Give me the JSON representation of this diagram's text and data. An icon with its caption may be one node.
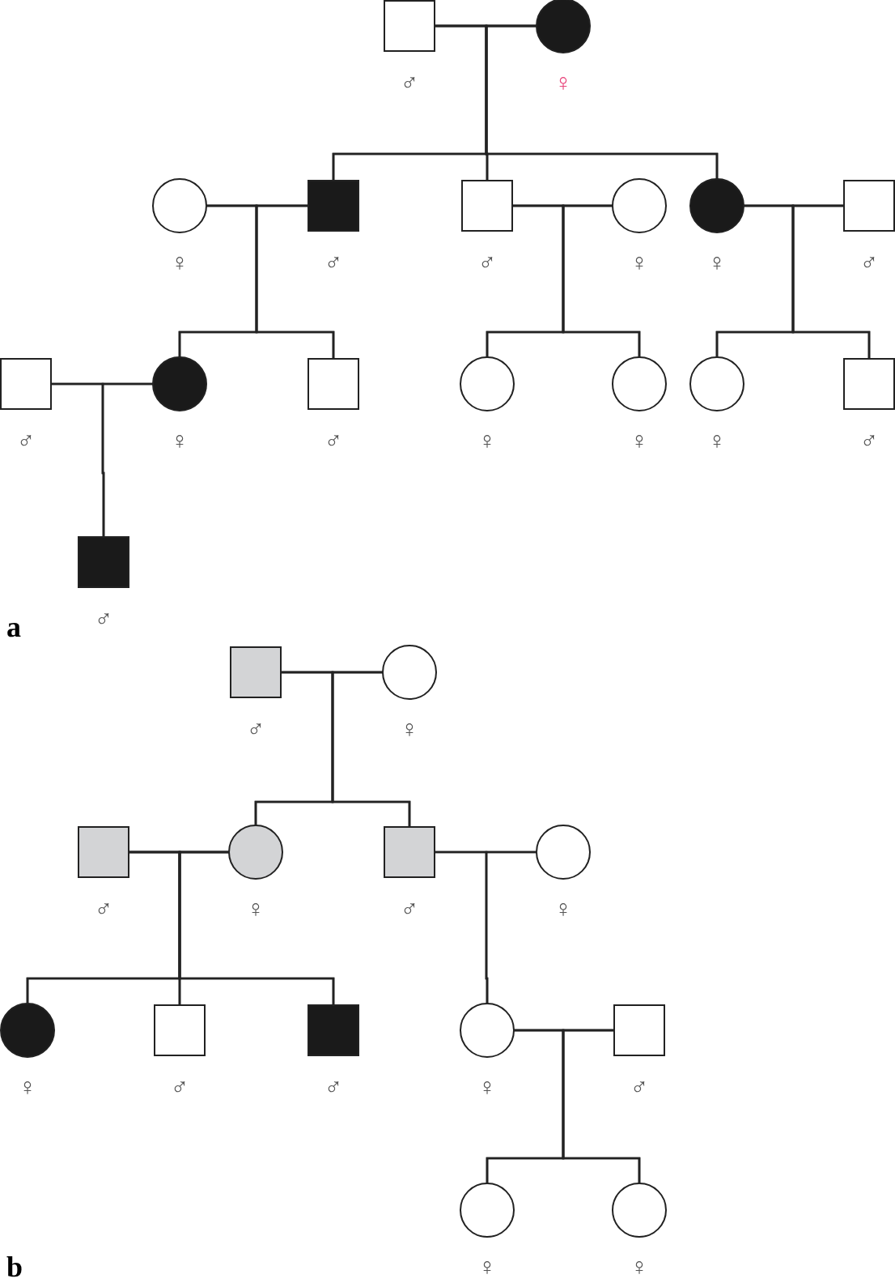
{
  "diagram": {
    "nodes": [
      {
        "text": [],
        "shape": "box",
        "beside": [
          "♂"
        ]
      },
      {
        "text": [],
        "shape": "circle",
        "beside": [
          "♀"
        ]
      },
      {
        "text": [],
        "shape": "circle",
        "beside": [
          "♀"
        ]
      },
      {
        "text": [],
        "shape": "box",
        "beside": [
          "♂"
        ]
      },
      {
        "text": [],
        "shape": "box",
        "beside": [
          "♂"
        ]
      },
      {
        "text": [],
        "shape": "circle",
        "beside": [
          "♀"
        ]
      },
      {
        "text": [],
        "shape": "circle",
        "beside": [
          "♀"
        ]
      },
      {
        "text": [],
        "shape": "box",
        "beside": [
          "♂"
        ]
      },
      {
        "text": [],
        "shape": "box",
        "beside": [
          "♂"
        ]
      },
      {
        "text": [],
        "shape": "circle",
        "beside": [
          "♀"
        ]
      },
      {
        "text": [],
        "shape": "box",
        "beside": [
          "♂"
        ]
      },
      {
        "text": [],
        "shape": "circle",
        "beside": [
          "♀"
        ]
      },
      {
        "text": [],
        "shape": "circle",
        "beside": [
          "♀"
        ]
      },
      {
        "text": [],
        "shape": "circle",
        "beside": [
          "♀"
        ]
      },
      {
        "text": [],
        "shape": "box",
        "beside": [
          "♂"
        ]
      },
      {
        "text": [],
        "shape": "box",
        "beside": [
          "♂"
        ]
      },
      {
        "text": [],
        "shape": "box",
        "beside": [
          "♂"
        ]
      },
      {
        "text": [],
        "shape": "circle",
        "beside": [
          "♀"
        ]
      },
      {
        "text": [],
        "shape": "box",
        "beside": [
          "♂"
        ]
      },
      {
        "text": [],
        "shape": "circle",
        "beside": [
          "♀"
        ]
      },
      {
        "text": [],
        "shape": "box",
        "beside": [
          "♂"
        ]
      },
      {
        "text": [],
        "shape": "circle",
        "beside": [
          "♀"
        ]
      },
      {
        "text": [],
        "shape": "circle",
        "beside": [
          "♀"
        ]
      },
      {
        "text": [],
        "shape": "box",
        "beside": [
          "♂"
        ]
      },
      {
        "text": [],
        "shape": "box",
        "beside": [
          "♂"
        ]
      },
      {
        "text": [],
        "shape": "circle",
        "beside": [
          "♀"
        ]
      },
      {
        "text": [],
        "shape": "box",
        "beside": [
          "♂"
        ]
      },
      {
        "text": [],
        "shape": "circle",
        "beside": [
          "♀"
        ]
      },
      {
        "text": [],
        "shape": "circle",
        "beside": [
          "♀"
        ]
      }
    ],
    "edges": [
      {
        "from": 0,
        "to": 1,
        "arrow": "none"
      },
      {
        "from": 0,
        "to": 3,
        "arrow": "none"
      },
      {
        "from": 1,
        "to": 3,
        "arrow": "none"
      },
      {
        "from": 0,
        "to": 4,
        "arrow": "none"
      },
      {
        "from": 1,
        "to": 4,
        "arrow": "none"
      },
      {
        "from": 0,
        "to": 6,
        "arrow": "none"
      },
      {
        "from": 1,
        "to": 6,
        "arrow": "none"
      },
      {
        "from": 2,
        "to": 3,
        "arrow": "none"
      },
      {
        "from": 4,
        "to": 5,
        "arrow": "none"
      },
      {
        "from": 6,
        "to": 7,
        "arrow": "none"
      },
      {
        "from": 2,
        "to": 9,
        "arrow": "none"
      },
      {
        "from": 3,
        "to": 9,
        "arrow": "none"
      },
      {
        "from": 2,
        "to": 10,
        "arrow": "none"
      },
      {
        "from": 3,
        "to": 10,
        "arrow": "none"
      },
      {
        "from": 4,
        "to": 11,
        "arrow": "none"
      },
      {
        "from": 5,
        "to": 11,
        "arrow": "none"
      },
      {
        "from": 4,
        "to": 12,
        "arrow": "none"
      },
      {
        "from": 5,
        "to": 12,
        "arrow": "none"
      },
      {
        "from": 6,
        "to": 13,
        "arrow": "none"
      },
      {
        "from": 7,
        "to": 13,
        "arrow": "none"
      },
      {
        "from": 6,
        "to": 14,
        "arrow": "none"
      },
      {
        "from": 7,
        "to": 14,
        "arrow": "none"
      },
      {
        "from": 8,
        "to": 9,
        "arrow": "none"
      },
      {
        "from": 8,
        "to": 15,
        "arrow": "none"
      },
      {
        "from": 9,
        "to": 15,
        "arrow": "none"
      },
      {
        "from": 16,
        "to": 17,
        "arrow": "none"
      },
      {
        "from": 16,
        "to": 19,
        "arrow": "none"
      },
      {
        "from": 17,
        "to": 19,
        "arrow": "none"
      },
      {
        "from": 16,
        "to": 20,
        "arrow": "none"
      },
      {
        "from": 17,
        "to": 20,
        "arrow": "none"
      },
      {
        "from": 18,
        "to": 19,
        "arrow": "none"
      },
      {
        "from": 20,
        "to": 21,
        "arrow": "none"
      },
      {
        "from": 18,
        "to": 22,
        "arrow": "none"
      },
      {
        "from": 19,
        "to": 22,
        "arrow": "none"
      },
      {
        "from": 18,
        "to": 23,
        "arrow": "none"
      },
      {
        "from": 19,
        "to": 23,
        "arrow": "none"
      },
      {
        "from": 18,
        "to": 24,
        "arrow": "none"
      },
      {
        "from": 19,
        "to": 24,
        "arrow": "none"
      },
      {
        "from": 20,
        "to": 25,
        "arrow": "none"
      },
      {
        "from": 21,
        "to": 25,
        "arrow": "none"
      },
      {
        "from": 25,
        "to": 26,
        "arrow": "none"
      },
      {
        "from": 25,
        "to": 27,
        "arrow": "none"
      },
      {
        "from": 26,
        "to": 27,
        "arrow": "none"
      },
      {
        "from": 25,
        "to": 28,
        "arrow": "none"
      },
      {
        "from": 26,
        "to": 28,
        "arrow": "none"
      }
    ],
    "labels": [
      "a",
      "b"
    ]
  }
}
